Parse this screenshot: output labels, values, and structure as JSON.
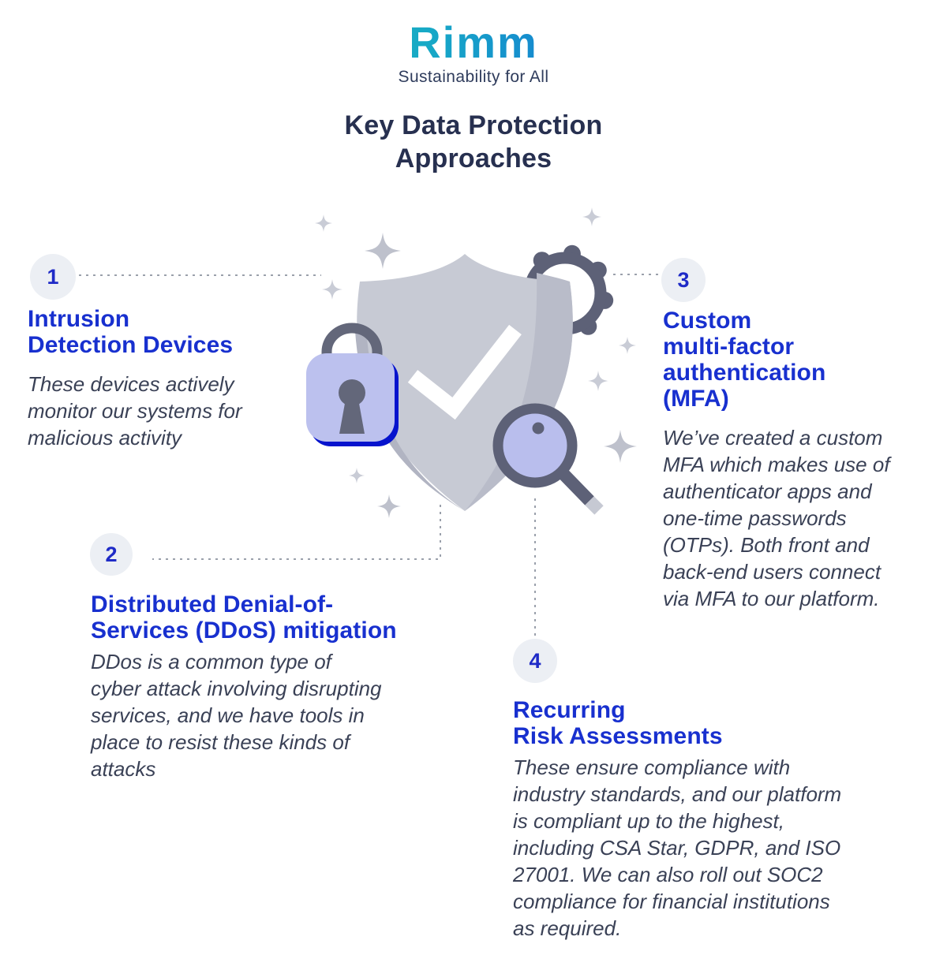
{
  "logo": {
    "brand": "Rimm",
    "tagline": "Sustainability for All"
  },
  "title": "Key Data Protection\nApproaches",
  "sections": [
    {
      "number": "1",
      "heading": "Intrusion\nDetection Devices",
      "body": "These devices actively\nmonitor our systems for\nmalicious activity"
    },
    {
      "number": "2",
      "heading": "Distributed Denial-of-\nServices (DDoS) mitigation",
      "body": "DDos is a common type of\ncyber attack involving disrupting\nservices, and we have tools in\nplace to resist these kinds of\nattacks"
    },
    {
      "number": "3",
      "heading": "Custom\nmulti-factor\nauthentication\n(MFA)",
      "body": "We’ve created a custom\nMFA which makes use of\nauthenticator apps and\none-time passwords\n(OTPs). Both front and\nback-end users connect\nvia MFA to our platform."
    },
    {
      "number": "4",
      "heading": "Recurring\nRisk Assessments",
      "body": "These ensure compliance with\nindustry standards, and our platform\nis compliant up to the highest,\nincluding CSA Star, GDPR, and ISO\n27001. We can also roll out SOC2\ncompliance for financial institutions\nas required."
    }
  ],
  "icons": {
    "shield": "shield-with-checkmark",
    "padlock": "padlock",
    "gear": "gear",
    "magnifier": "magnifying-glass",
    "sparkles": "sparkles"
  },
  "colors": {
    "heading_blue": "#1830cf",
    "number_blue": "#1f2bc7",
    "body_text": "#3a4156",
    "title_navy": "#273050",
    "shield_gray": "#c7cad4",
    "icon_slate": "#5d6177",
    "lavender": "#bcc1ee",
    "deep_blue": "#0613cd",
    "connector_gray": "#9aa0ab",
    "logo_green": "#2ed8a0",
    "logo_blue": "#1433e8"
  }
}
